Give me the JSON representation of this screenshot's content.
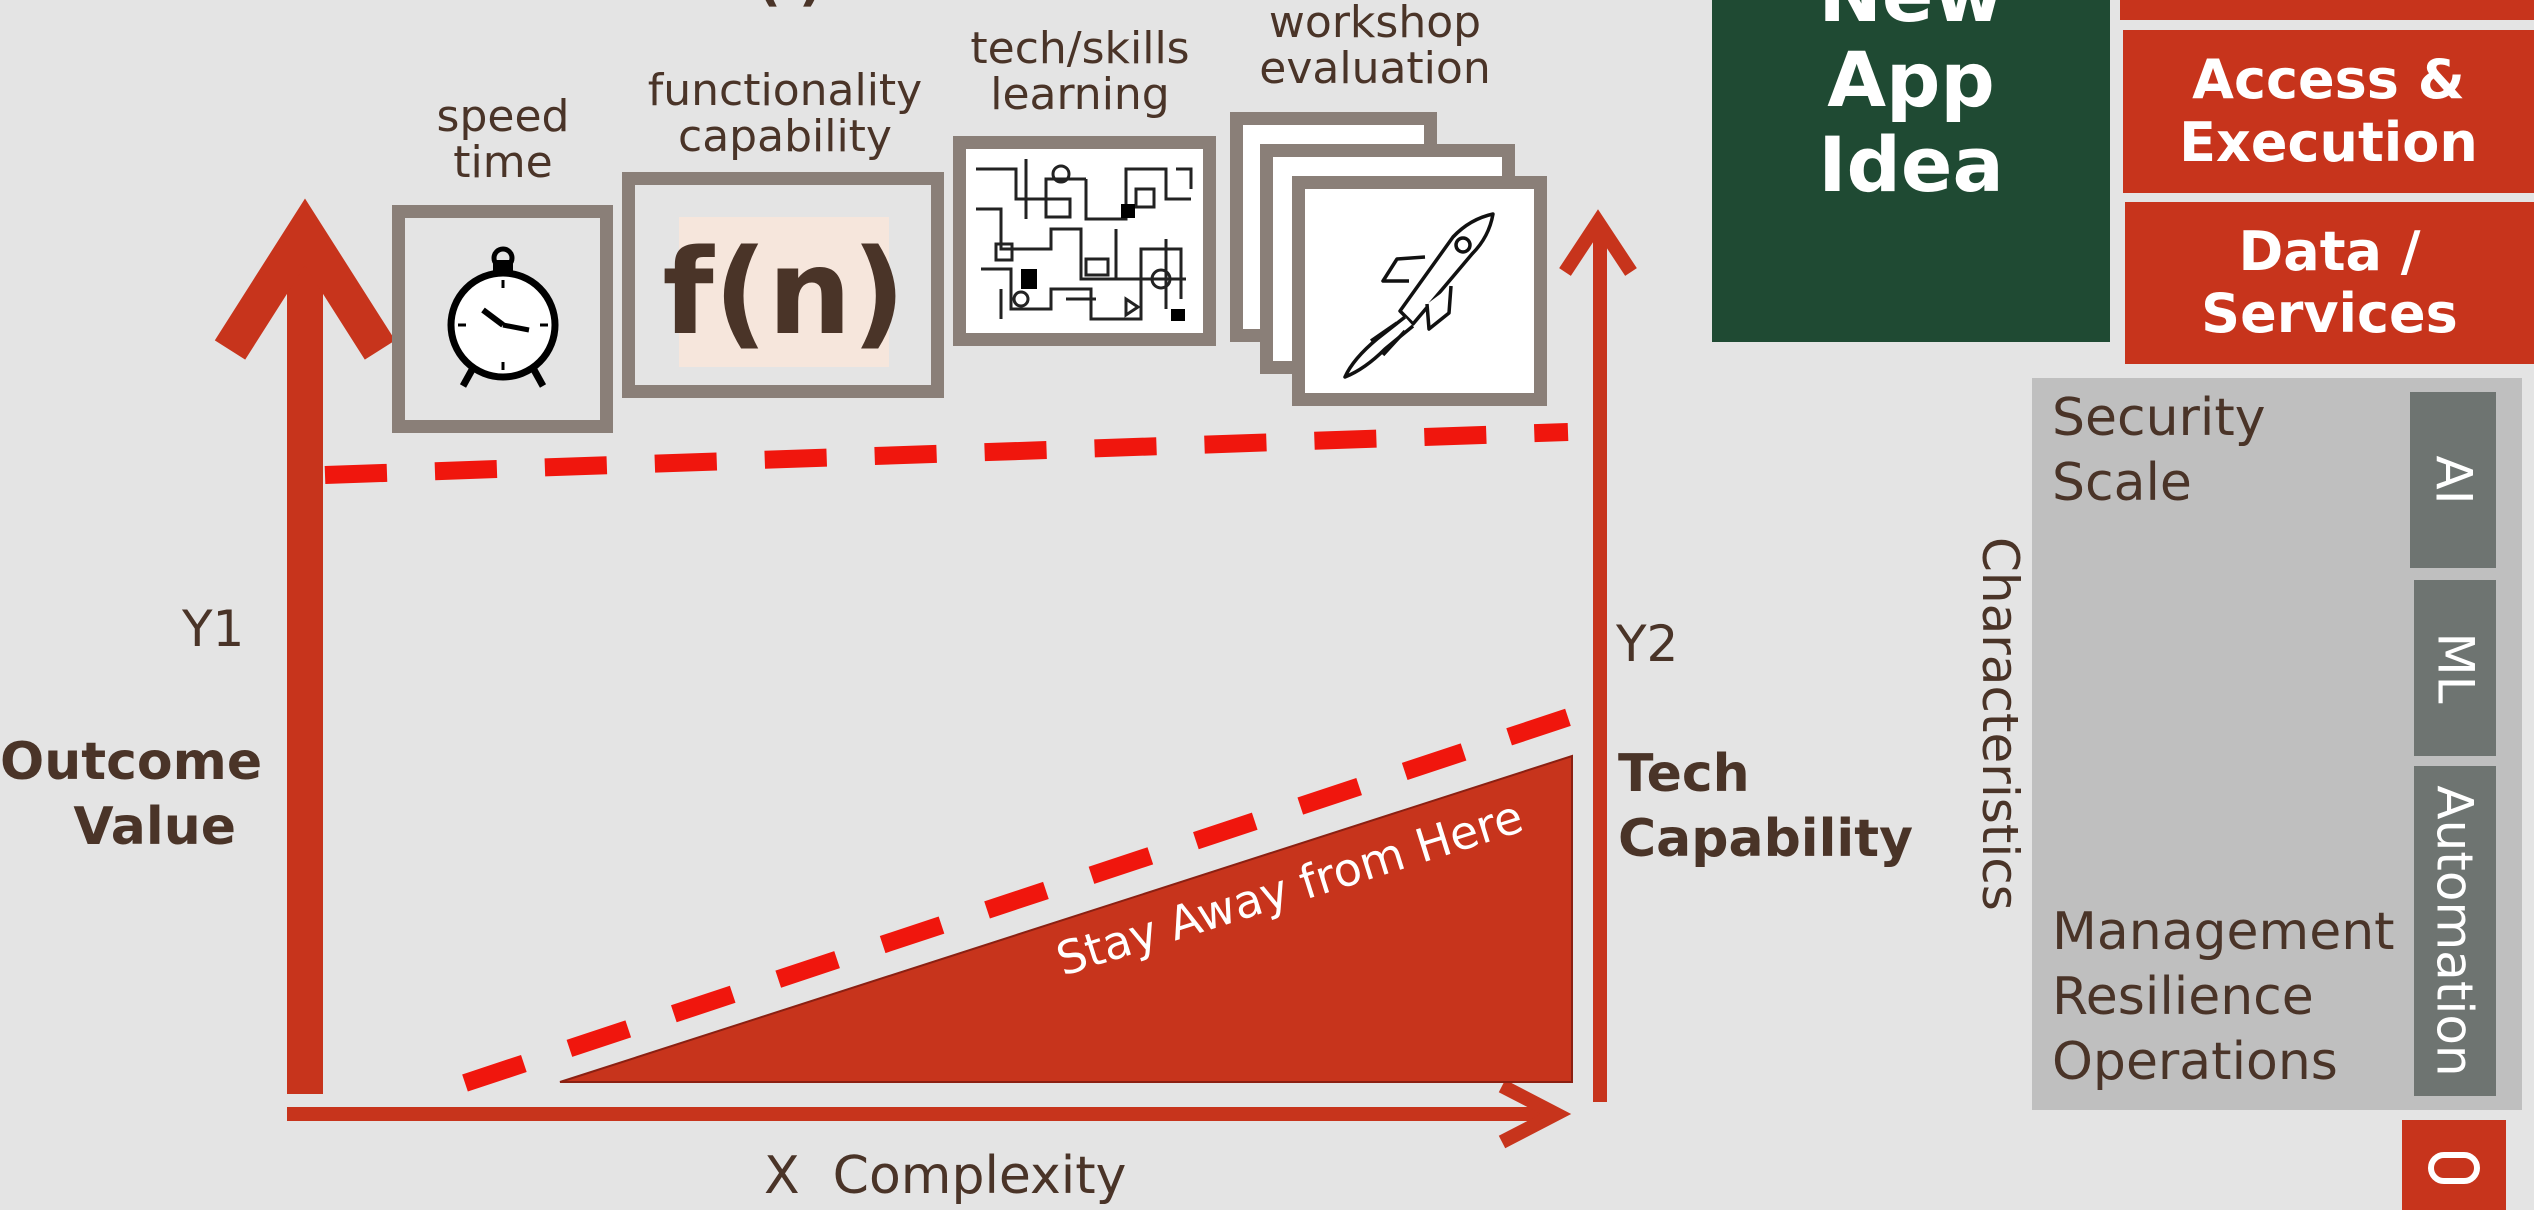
{
  "top_partial": "(        )",
  "panels": {
    "speed": "speed\ntime",
    "functionality": "functionality\ncapability",
    "tech_skills": "tech/skills\nlearning",
    "workshop": "workshop\nevaluation",
    "fn_text": "f(n)"
  },
  "axes": {
    "y1": "Y1",
    "y1_title": "Outcome\nValue",
    "y2": "Y2",
    "y2_title": "Tech\nCapability",
    "x": "X  Complexity"
  },
  "warning": "Stay Away from Here",
  "right_panel": {
    "new_app": "New\nApp\nIdea",
    "access": "Access &\nExecution",
    "data": "Data  /\nServices",
    "characteristics": "Characteristics",
    "top_items": "Security\nScale",
    "bottom_items": "Management\nResilience\nOperations",
    "tabs": [
      "AI",
      "ML",
      "Automation"
    ]
  },
  "colors": {
    "red": "#c7341c",
    "dash_red": "#f0160d",
    "green": "#1f4a33",
    "frame": "#8a7f78",
    "text": "#4a3428",
    "panel_gray": "#bfbfbf",
    "tab_gray": "#6e7471"
  },
  "icons": [
    "clock-icon",
    "function-icon",
    "circuit-icon",
    "rocket-icon",
    "oracle-logo-icon"
  ]
}
